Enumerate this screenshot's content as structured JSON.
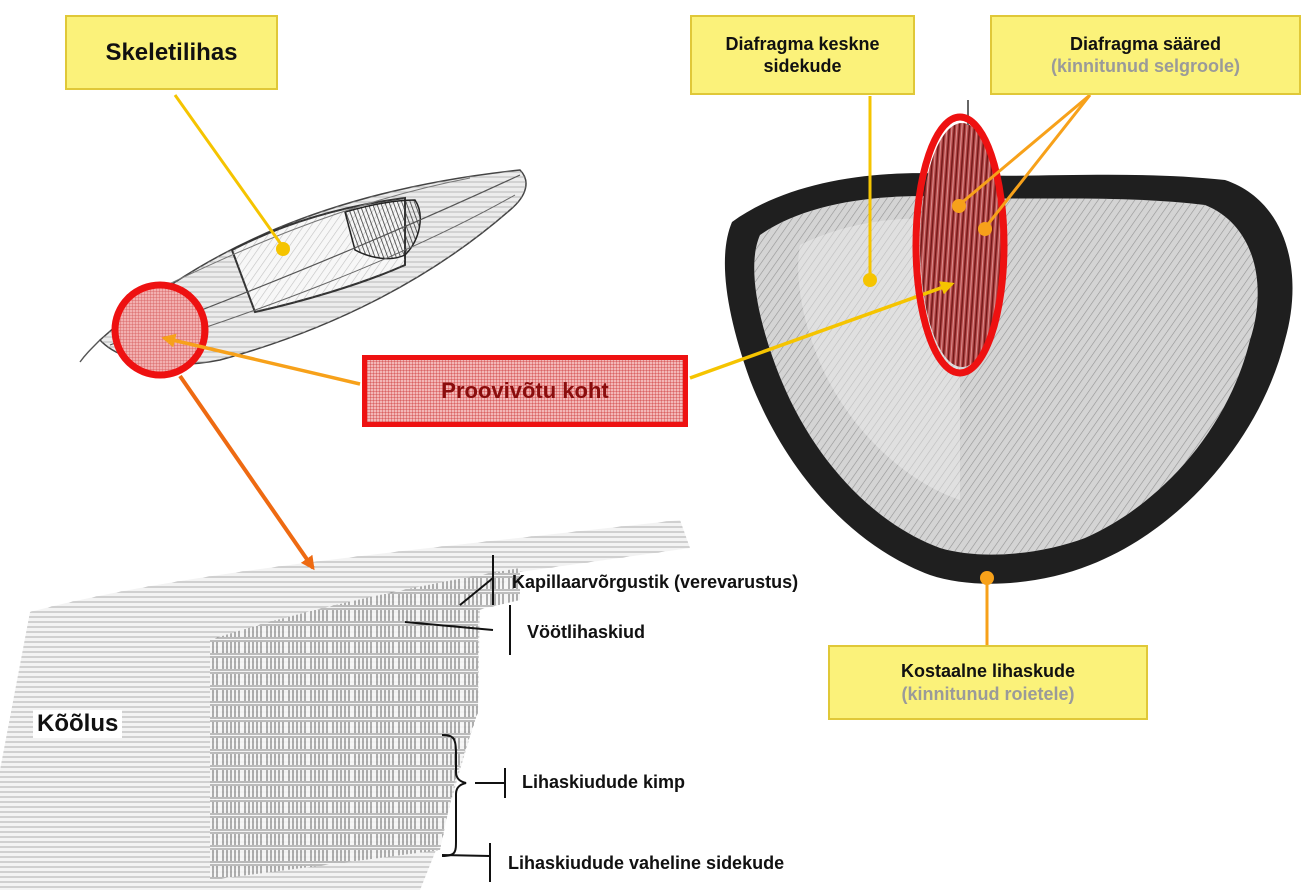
{
  "labels": {
    "skeletal_muscle": "Skeletilihas",
    "diaphragm_center": "Diafragma keskne sidekude",
    "diaphragm_crura_title": "Diafragma sääred",
    "diaphragm_crura_sub": "(kinnitunud selgroole)",
    "sampling_site": "Proovivõtu koht",
    "costal_title": "Kostaalne lihaskude",
    "costal_sub": "(kinnitunud roietele)",
    "tendon": "Kõõlus",
    "capillary_network": "Kapillaarvõrgustik (verevarustus)",
    "striated_fibers": "Vöötlihaskiud",
    "fiber_bundle": "Lihaskiudude kimp",
    "interfiber_tissue": "Lihaskiudude vaheline sidekude"
  },
  "colors": {
    "label_fill": "#fbf27a",
    "label_border": "#e0c838",
    "highlight_red": "#ee1111",
    "pointer_orange": "#f7a11a",
    "pointer_yellow": "#f5c400",
    "arrow_dark_orange": "#ee6a12",
    "subtitle_gray": "#9a9a9a"
  },
  "icons": [
    "skeletal-muscle-illustration",
    "diaphragm-illustration",
    "muscle-tissue-illustration"
  ]
}
